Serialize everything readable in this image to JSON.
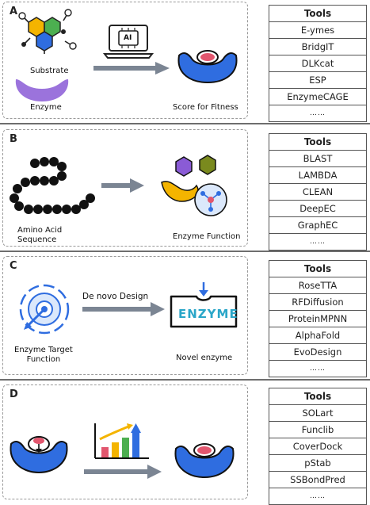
{
  "panels": [
    {
      "letter": "A",
      "labels": {
        "substrate": "Substrate",
        "enzyme": "Enzyme",
        "output": "Score for Fitness",
        "ai_chip": "AI"
      },
      "tools": [
        "Tools",
        "E-ymes",
        "BridgIT",
        "DLKcat",
        "ESP",
        "EnzymeCAGE",
        "……"
      ]
    },
    {
      "letter": "B",
      "labels": {
        "input": "Amino Acid\nSequence",
        "output": "Enzyme Function"
      },
      "tools": [
        "Tools",
        "BLAST",
        "LAMBDA",
        "CLEAN",
        "DeepEC",
        "GraphEC",
        "……"
      ]
    },
    {
      "letter": "C",
      "labels": {
        "input": "Enzyme Target\nFunction",
        "arrow": "De novo Design",
        "output": "Novel enzyme",
        "enzyme_word": "ENZYME"
      },
      "tools": [
        "Tools",
        "RoseTTA",
        "RFDiffusion",
        "ProteinMPNN",
        "AlphaFold",
        "EvoDesign",
        "……"
      ]
    },
    {
      "letter": "D",
      "labels": {},
      "tools": [
        "Tools",
        "SOLart",
        "Funclib",
        "CoverDock",
        "pStab",
        "SSBondPred",
        "……"
      ]
    }
  ],
  "colors": {
    "arrow": "#7b8593",
    "enzyme_blue": "#2f6de0",
    "pocket_red": "#e2566e",
    "hex_green": "#4caf50",
    "hex_yellow": "#f4b400",
    "enzyme_purple": "#8a5bd6"
  }
}
